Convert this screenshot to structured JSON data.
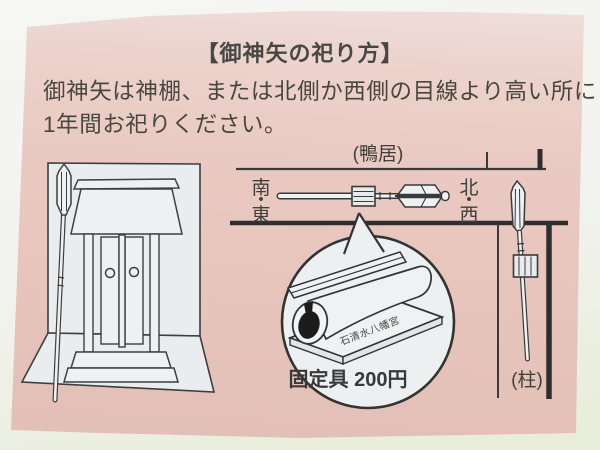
{
  "document": {
    "title": "【御神矢の祀り方】",
    "instruction_line1": "御神矢は神棚、または北側か西側の目線より高い所に",
    "instruction_line2": "1年間お祀りください。"
  },
  "diagram": {
    "lintel_label": "(鴨居)",
    "direction_left_chars": [
      "南",
      "・",
      "東"
    ],
    "direction_right_chars": [
      "北",
      "・",
      "西"
    ],
    "pillar_label": "(柱)",
    "fixture_callout": {
      "caption": "固定具 200円",
      "engraving": "石清水八幡宮"
    }
  },
  "colors": {
    "paper_pink": "#e7c4bb",
    "drawing_fill": "#edf0f1",
    "outline": "#3a3a3a",
    "text": "#474745",
    "hole_black": "#1c1c1c"
  }
}
